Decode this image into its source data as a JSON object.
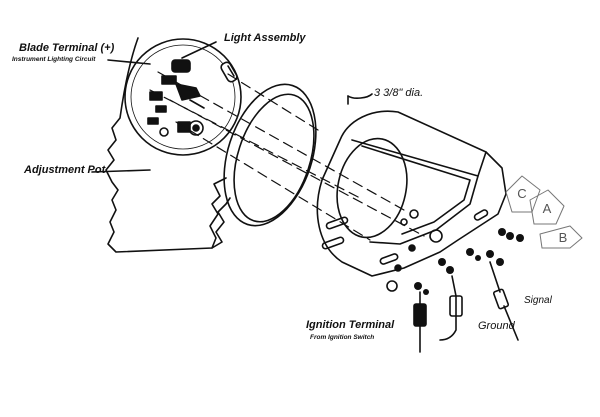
{
  "labels": {
    "blade_terminal": "Blade Terminal (+)",
    "instrument_lighting": "Instrument Lighting Circuit",
    "light_assembly": "Light Assembly",
    "diameter": "3 3/8\" dia.",
    "adjustment_pot": "Adjustment Pot",
    "ignition_terminal": "Ignition Terminal",
    "from_ignition": "From Ignition Switch",
    "ground": "Ground",
    "signal": "Signal"
  },
  "terminal_tags": [
    "C",
    "A",
    "B"
  ],
  "colors": {
    "line": "#111111",
    "tag": "#666666"
  }
}
